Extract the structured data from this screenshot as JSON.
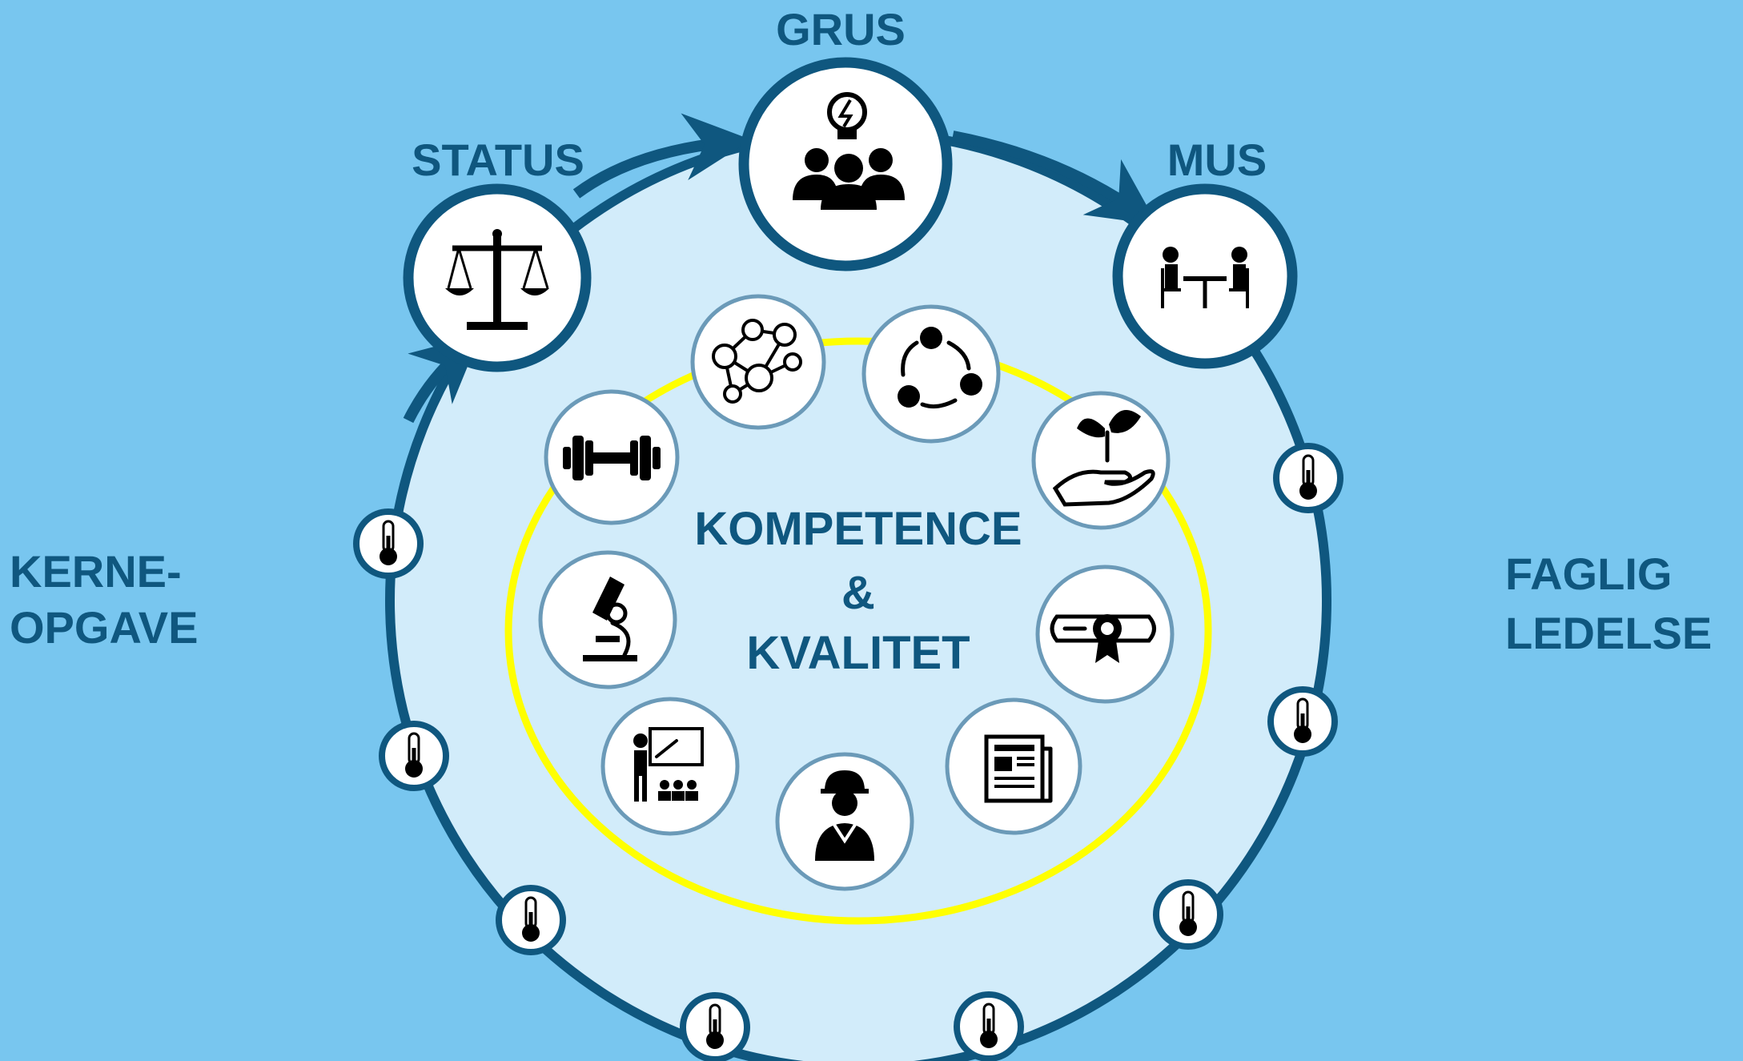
{
  "labels": {
    "grus": "GRUS",
    "status": "STATUS",
    "mus": "MUS",
    "left_side": [
      "KERNE-",
      "OPGAVE"
    ],
    "right_side": [
      "FAGLIG",
      "LEDELSE"
    ],
    "center": [
      "KOMPETENCE",
      "&",
      "KVALITET"
    ]
  },
  "cycle_icons": [
    "scales-icon",
    "idea-team-icon",
    "meeting-table-icon"
  ],
  "inner_icons": [
    "network-people-icon",
    "cycle-arrows-icon",
    "hand-plant-icon",
    "diploma-icon",
    "newspaper-icon",
    "construction-worker-icon",
    "teacher-presentation-icon",
    "microscope-icon",
    "dumbbell-icon"
  ],
  "thermometer_count": 8,
  "colors": {
    "background": "#78c6ef",
    "inner_disc": "#d2ecfa",
    "ring": "#0f577f",
    "yellow_ring": "#ffff00",
    "icon_border": "#6b9ab8",
    "text": "#0f577f"
  }
}
